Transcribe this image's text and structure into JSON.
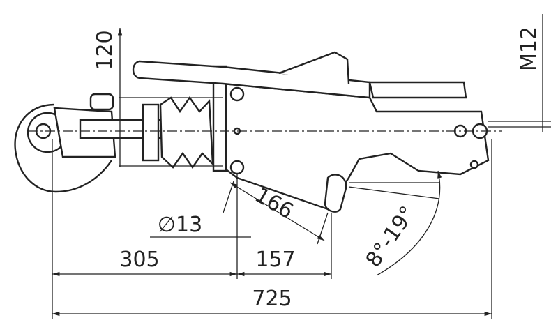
{
  "drawing": {
    "dimensions": {
      "height_top": "120",
      "thread": "M12",
      "bolt_diameter": "∅13",
      "slant_length": "166",
      "front_to_mount": "305",
      "mount_spacing": "157",
      "overall_length": "725",
      "lever_angle": "8°-19°"
    }
  }
}
